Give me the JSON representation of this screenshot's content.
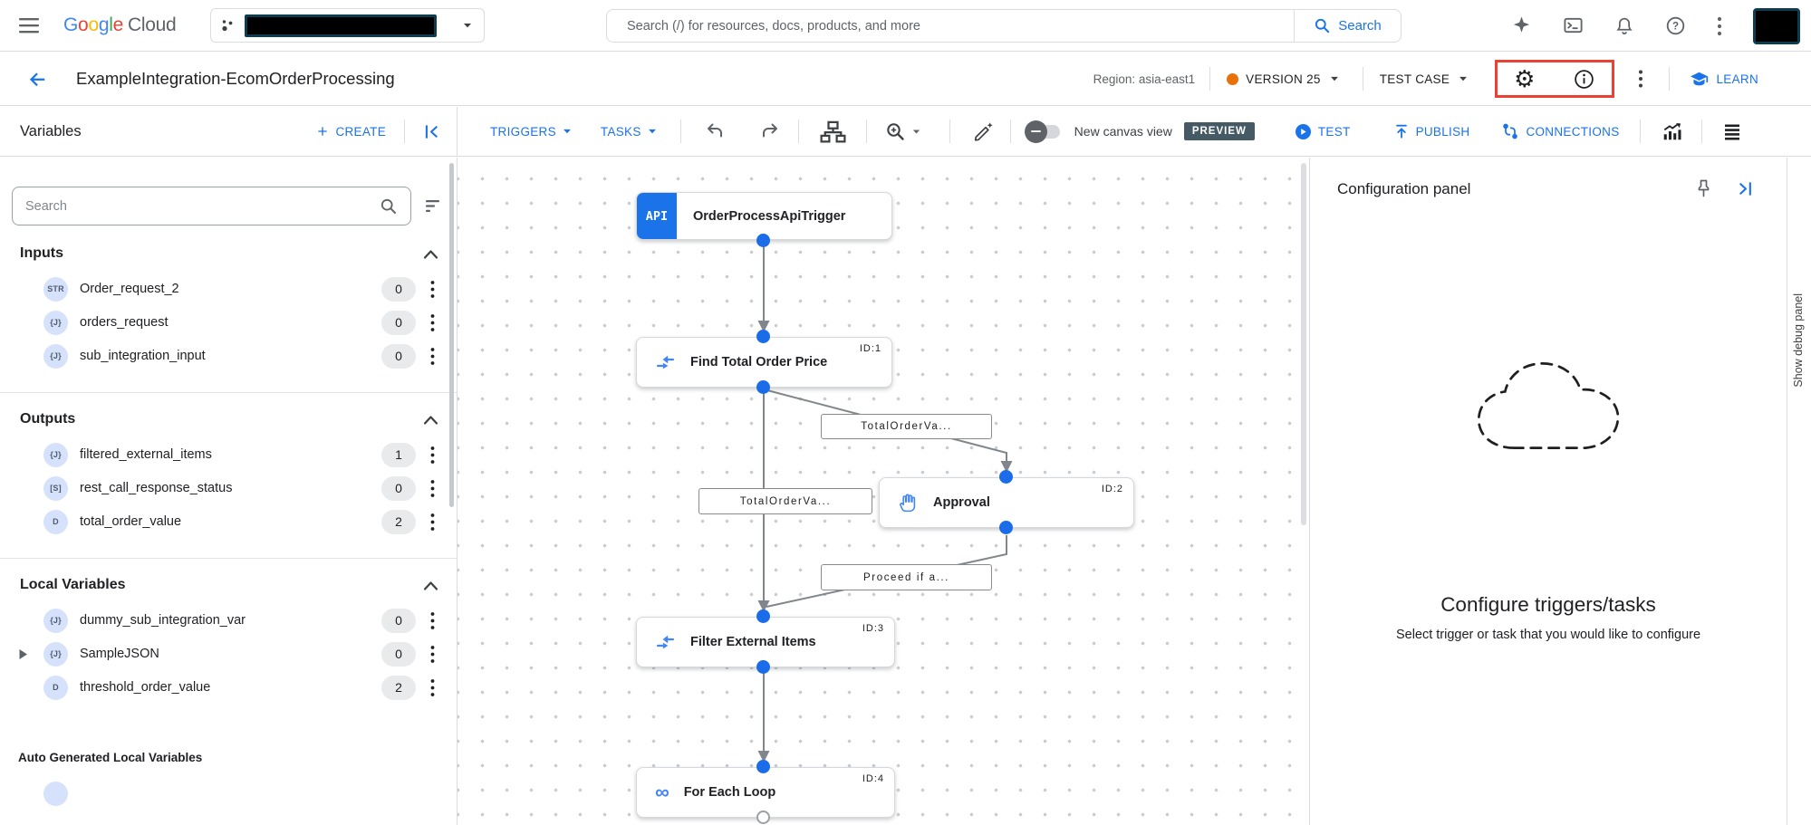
{
  "colors": {
    "accent_blue": "#1a73e8",
    "version_dot_orange": "#e8710a",
    "preview_badge_bg": "#455a64",
    "highlight_red": "#e94235"
  },
  "topbar": {
    "logo_letters": [
      {
        "ch": "G",
        "color": "#4285f4"
      },
      {
        "ch": "o",
        "color": "#ea4335"
      },
      {
        "ch": "o",
        "color": "#fbbc04"
      },
      {
        "ch": "g",
        "color": "#4285f4"
      },
      {
        "ch": "l",
        "color": "#34a853"
      },
      {
        "ch": "e",
        "color": "#ea4335"
      }
    ],
    "logo_suffix": "Cloud",
    "search_placeholder": "Search (/) for resources, docs, products, and more",
    "search_button_label": "Search"
  },
  "header": {
    "title": "ExampleIntegration-EcomOrderProcessing",
    "region": "Region: asia-east1",
    "version_label": "VERSION 25",
    "test_case_label": "TEST CASE",
    "learn_label": "LEARN"
  },
  "toolbar": {
    "panel_title": "Variables",
    "create_label": "CREATE",
    "triggers_label": "TRIGGERS",
    "tasks_label": "TASKS",
    "canvas_view_label": "New canvas view",
    "preview_badge": "PREVIEW",
    "test_label": "TEST",
    "publish_label": "PUBLISH",
    "connections_label": "CONNECTIONS"
  },
  "sidebar": {
    "search_placeholder": "Search",
    "inputs": {
      "title": "Inputs",
      "items": [
        {
          "type": "STR",
          "name": "Order_request_2",
          "count": "0"
        },
        {
          "type": "{J}",
          "name": "orders_request",
          "count": "0"
        },
        {
          "type": "{J}",
          "name": "sub_integration_input",
          "count": "0"
        }
      ]
    },
    "outputs": {
      "title": "Outputs",
      "items": [
        {
          "type": "{J}",
          "name": "filtered_external_items",
          "count": "1"
        },
        {
          "type": "[S]",
          "name": "rest_call_response_status",
          "count": "0"
        },
        {
          "type": "D",
          "name": "total_order_value",
          "count": "2"
        }
      ]
    },
    "locals": {
      "title": "Local Variables",
      "items": [
        {
          "type": "{J}",
          "name": "dummy_sub_integration_var",
          "count": "0"
        },
        {
          "type": "{J}",
          "name": "SampleJSON",
          "count": "0"
        },
        {
          "type": "D",
          "name": "threshold_order_value",
          "count": "2"
        }
      ]
    },
    "auto_title": "Auto Generated Local Variables"
  },
  "canvas": {
    "trigger": {
      "chip": "API",
      "label": "OrderProcessApiTrigger"
    },
    "nodes": [
      {
        "label": "Find Total Order Price",
        "id": "ID:1"
      },
      {
        "label": "Approval",
        "id": "ID:2"
      },
      {
        "label": "Filter External Items",
        "id": "ID:3"
      },
      {
        "label": "For Each Loop",
        "id": "ID:4"
      }
    ],
    "edge_labels": [
      "TotalOrderVa...",
      "TotalOrderVa...",
      "Proceed if a..."
    ]
  },
  "config": {
    "title": "Configuration panel",
    "heading": "Configure triggers/tasks",
    "subheading": "Select trigger or task that you would like to configure"
  },
  "debug": {
    "label": "Show debug panel"
  }
}
